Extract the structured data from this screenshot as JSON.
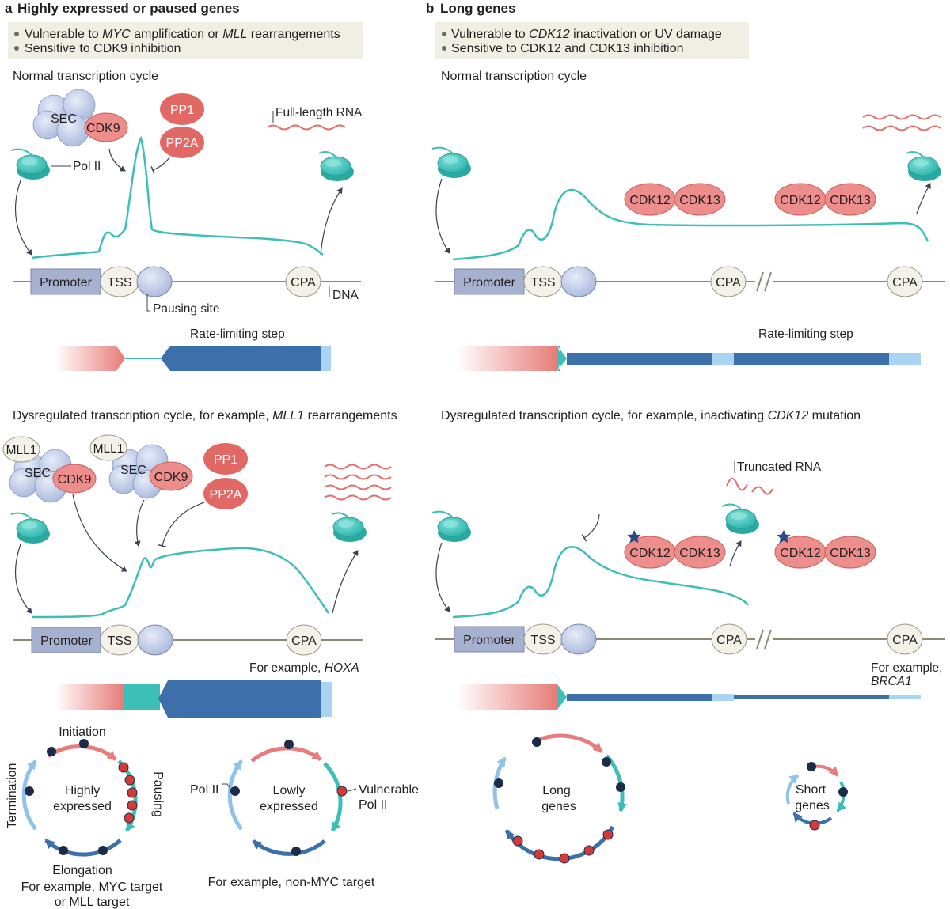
{
  "panel_a": {
    "letter": "a",
    "title": "Highly expressed or paused genes",
    "bullets": [
      "Vulnerable to ",
      "MYC",
      " amplification or ",
      "MLL",
      " rearrangements",
      "Sensitive to CDK9 inhibition"
    ],
    "normal_label": "Normal transcription cycle",
    "dysreg_label_pre": "Dysregulated transcription cycle, for example, ",
    "dysreg_label_gene": "MLL1",
    "dysreg_label_post": " rearrangements",
    "sec": "SEC",
    "cdk9": "CDK9",
    "pp1": "PP1",
    "pp2a": "PP2A",
    "mll1": "MLL1",
    "pol2": "Pol II",
    "full_rna": "Full-length RNA",
    "promoter": "Promoter",
    "tss": "TSS",
    "cpa": "CPA",
    "dna": "DNA",
    "pausing_site": "Pausing site",
    "rate_limiting": "Rate-limiting step",
    "example_pre": "For example, ",
    "example_gene": "HOXA",
    "cycle1": {
      "initiation": "Initiation",
      "center1": "Highly",
      "center2": "expressed",
      "pausing": "Pausing",
      "termination": "Termination",
      "elongation": "Elongation",
      "example1": "For example, MYC target",
      "example2": "or MLL target"
    },
    "cycle2": {
      "pol2": "Pol II",
      "center1": "Lowly",
      "center2": "expressed",
      "vuln1": "Vulnerable",
      "vuln2": "Pol II",
      "example": "For example, non-MYC target"
    }
  },
  "panel_b": {
    "letter": "b",
    "title": "Long genes",
    "bullets": [
      "Vulnerable to ",
      "CDK12",
      " inactivation or UV damage",
      "Sensitive to CDK12 and CDK13 inhibition"
    ],
    "normal_label": "Normal transcription cycle",
    "dysreg_label_pre": "Dysregulated transcription cycle, for example, inactivating ",
    "dysreg_label_gene": "CDK12",
    "dysreg_label_post": " mutation",
    "cdk12": "CDK12",
    "cdk13": "CDK13",
    "promoter": "Promoter",
    "tss": "TSS",
    "cpa": "CPA",
    "rate_limiting": "Rate-limiting step",
    "truncated_rna": "Truncated RNA",
    "example1": "For example,",
    "example_gene": "BRCA1",
    "long1": "Long",
    "long2": "genes",
    "short1": "Short",
    "short2": "genes"
  },
  "colors": {
    "teal": "#3dbfb8",
    "salmon": "#e87b7b",
    "dark_blue": "#3d6faa",
    "light_blue": "#8fc3ea",
    "navy_dot": "#1c2b4a",
    "red_dot": "#d33b3b",
    "box_bg": "#f1eee4",
    "promoter_fill": "#a6b1d0"
  }
}
